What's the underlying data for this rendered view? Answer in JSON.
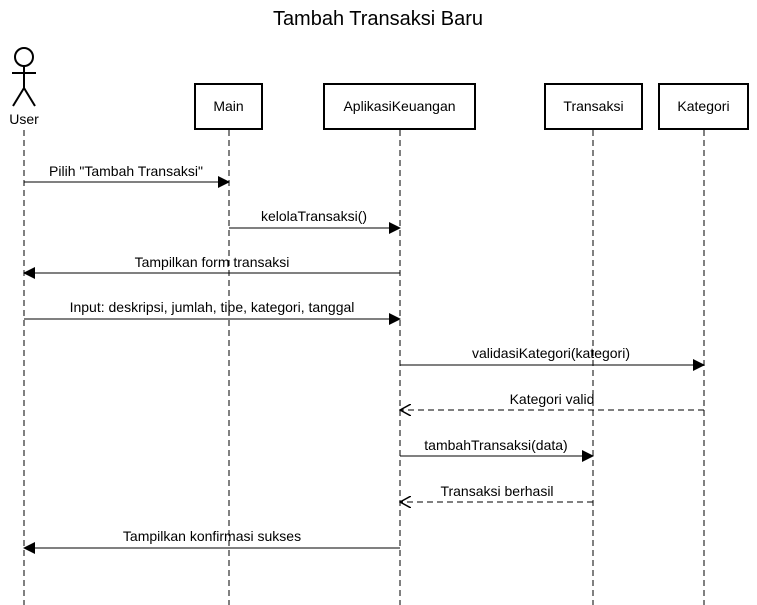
{
  "diagram": {
    "title": "Tambah Transaksi Baru",
    "actor": {
      "label": "User"
    },
    "participants": [
      {
        "id": "main",
        "label": "Main"
      },
      {
        "id": "app",
        "label": "AplikasiKeuangan"
      },
      {
        "id": "transaksi",
        "label": "Transaksi"
      },
      {
        "id": "kategori",
        "label": "Kategori"
      }
    ],
    "messages": [
      {
        "from": "user",
        "to": "main",
        "label": "Pilih \"Tambah Transaksi\"",
        "kind": "sync"
      },
      {
        "from": "main",
        "to": "app",
        "label": "kelolaTransaksi()",
        "kind": "sync"
      },
      {
        "from": "app",
        "to": "user",
        "label": "Tampilkan form transaksi",
        "kind": "sync"
      },
      {
        "from": "user",
        "to": "app",
        "label": "Input: deskripsi, jumlah, tipe, kategori, tanggal",
        "kind": "sync"
      },
      {
        "from": "app",
        "to": "kategori",
        "label": "validasiKategori(kategori)",
        "kind": "sync"
      },
      {
        "from": "kategori",
        "to": "app",
        "label": "Kategori valid",
        "kind": "reply"
      },
      {
        "from": "app",
        "to": "transaksi",
        "label": "tambahTransaksi(data)",
        "kind": "sync"
      },
      {
        "from": "transaksi",
        "to": "app",
        "label": "Transaksi berhasil",
        "kind": "reply"
      },
      {
        "from": "app",
        "to": "user",
        "label": "Tampilkan konfirmasi sukses",
        "kind": "sync"
      }
    ]
  }
}
